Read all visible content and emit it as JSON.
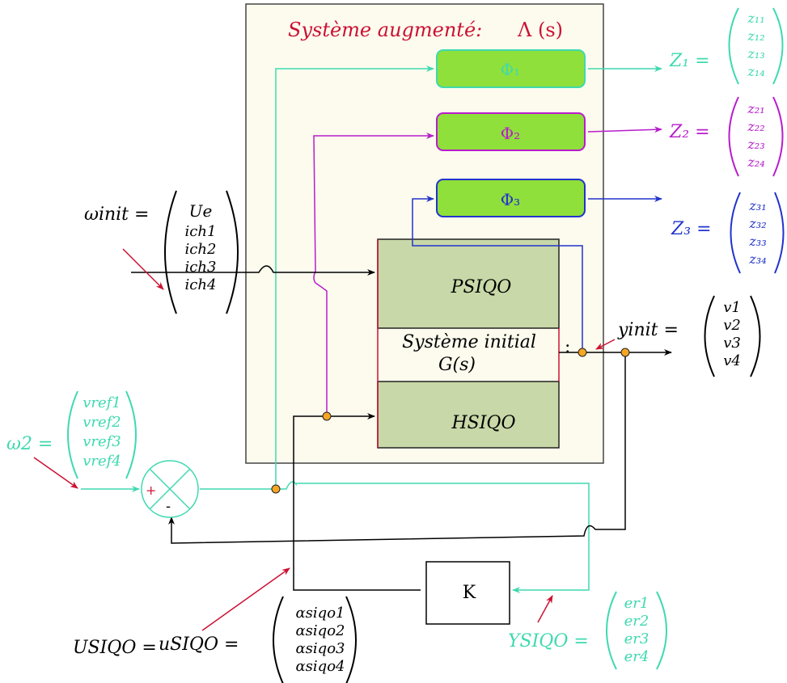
{
  "title": {
    "text": "Système augmenté:",
    "symbol": "Λ (s)"
  },
  "phi_blocks": [
    "Φ₁",
    "Φ₂",
    "Φ₃"
  ],
  "outputs": [
    {
      "label": "Z₁ =",
      "items": [
        "z₁₁",
        "z₁₂",
        "z₁₃",
        "z₁₄"
      ]
    },
    {
      "label": "Z₂ =",
      "items": [
        "z₂₁",
        "z₂₂",
        "z₂₃",
        "z₂₄"
      ]
    },
    {
      "label": "Z₃ =",
      "items": [
        "z₃₁",
        "z₃₂",
        "z₃₃",
        "z₃₄"
      ]
    }
  ],
  "inner_blocks": {
    "p": "PSIQO",
    "g_line1": "Système initial",
    "g_colon": ":",
    "g_line2": "G(s)",
    "h": "HSIQO"
  },
  "omega_init": {
    "label": "ωinit =",
    "items": [
      "Ue",
      "ich1",
      "ich2",
      "ich3",
      "ich4"
    ]
  },
  "y_init": {
    "label": "yinit =",
    "items": [
      "v1",
      "v2",
      "v3",
      "v4"
    ]
  },
  "omega_2": {
    "label": "ω2 =",
    "items": [
      "vref1",
      "vref2",
      "vref3",
      "vref4"
    ]
  },
  "summer": {
    "plus": "+",
    "minus": "-"
  },
  "controller": "K",
  "u_siqo": {
    "label1": "USIQO =",
    "label2": "uSIQO =",
    "items": [
      "αsiqo1",
      "αsiqo2",
      "αsiqo3",
      "αsiqo4"
    ]
  },
  "y_siqo": {
    "label": "YSIQO =",
    "items": [
      "er1",
      "er2",
      "er3",
      "er4"
    ]
  },
  "colors": {
    "teal": "#3fd9b0",
    "purple": "#b81ccc",
    "blue": "#2233cc",
    "red": "#cc1133",
    "block_green": "#8fe03a",
    "block_olive": "#c8d8a8",
    "box_bg": "#fcfbee",
    "node": "#f5a623"
  }
}
